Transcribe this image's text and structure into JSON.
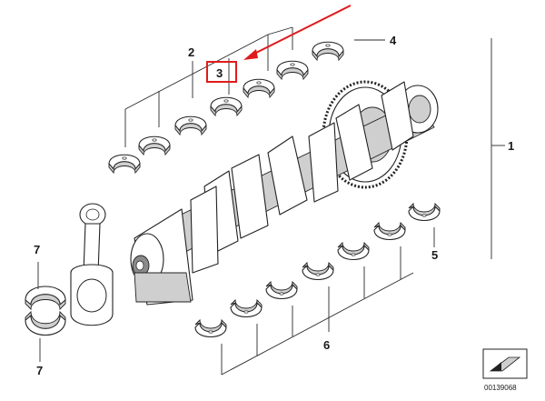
{
  "callouts": {
    "c1": "1",
    "c2": "2",
    "c3": "3",
    "c4": "4",
    "c5": "5",
    "c6": "6",
    "c7_top": "7",
    "c7_bottom": "7"
  },
  "highlight": {
    "color": "#e01b1b",
    "target": "3"
  },
  "reference_code": "00139068"
}
